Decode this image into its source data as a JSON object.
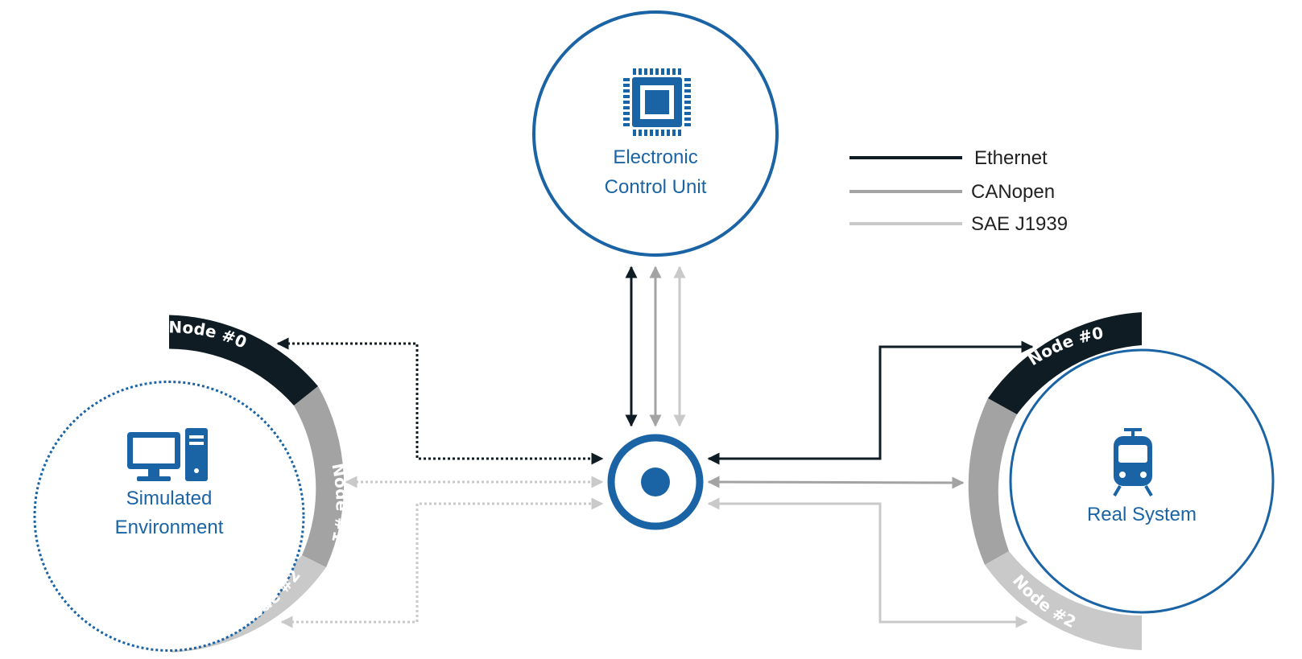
{
  "ecu": {
    "label_line1": "Electronic",
    "label_line2": "Control Unit",
    "icon": "cpu-chip-icon"
  },
  "simulated": {
    "label_line1": "Simulated",
    "label_line2": "Environment",
    "icon": "desktop-computer-icon"
  },
  "real": {
    "label": "Real System",
    "icon": "tram-icon"
  },
  "nodes": {
    "n0": "Node #0",
    "n1": "Node #1",
    "n2": "Node #2"
  },
  "legend": [
    {
      "label": "Ethernet",
      "color": "#0f1c24"
    },
    {
      "label": "CANopen",
      "color": "#a3a3a3"
    },
    {
      "label": "SAE J1939",
      "color": "#c9c9c9"
    }
  ],
  "colors": {
    "accent": "#1a64a6",
    "node0": "#0f1c24",
    "node1": "#a3a3a3",
    "node2": "#c9c9c9"
  }
}
